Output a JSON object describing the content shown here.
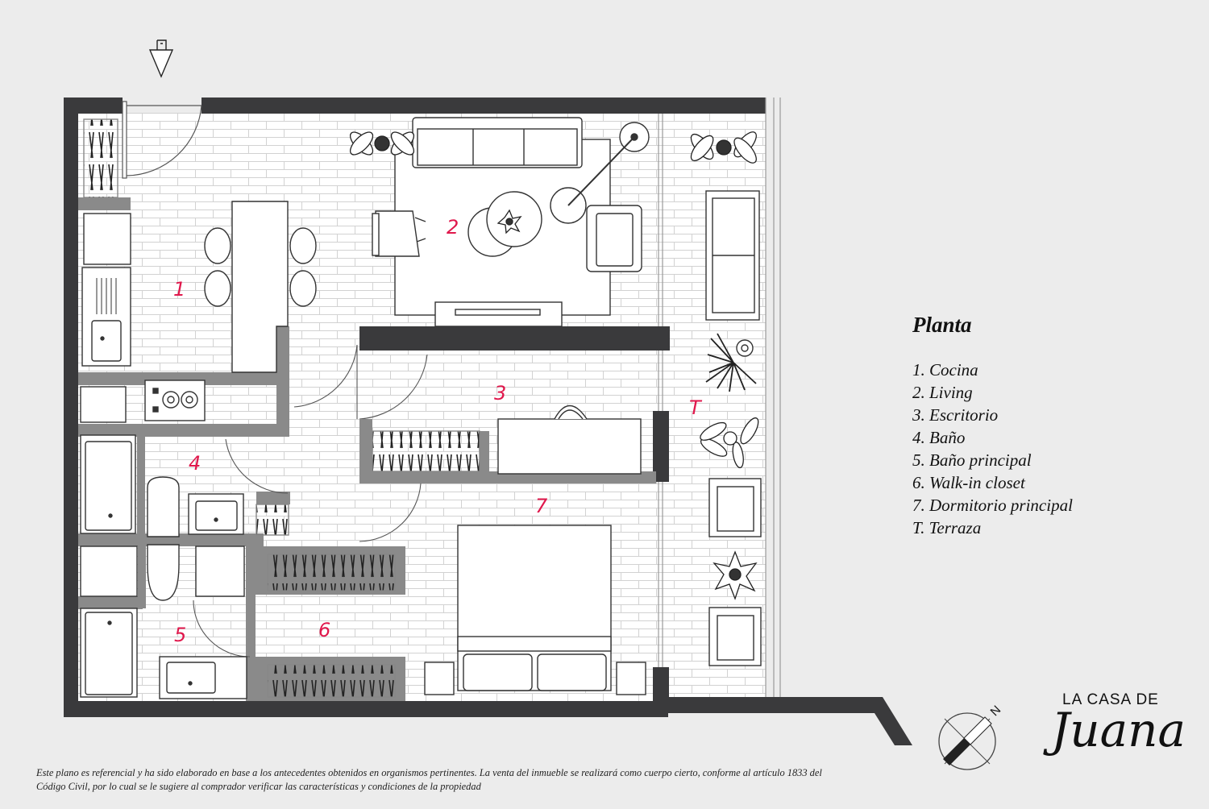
{
  "legend": {
    "title": "Planta",
    "items": [
      "1.  Cocina",
      "2.  Living",
      "3.  Escritorio",
      "4.  Baño",
      "5.  Baño principal",
      "6.  Walk-in closet",
      "7.  Dormitorio principal",
      "T. Terraza"
    ]
  },
  "rooms": {
    "cocina": "1",
    "living": "2",
    "escritorio": "3",
    "bano": "4",
    "bano_principal": "5",
    "walk_in_closet": "6",
    "dormitorio": "7",
    "terraza": "T"
  },
  "compass": {
    "label": "N"
  },
  "brand": {
    "line1": "LA CASA DE",
    "line2": "Juana"
  },
  "disclaimer": "Este plano es referencial y ha sido elaborado en base a los antecedentes obtenidos en organismos pertinentes.  La venta del inmueble se realizará como cuerpo cierto, conforme al artículo 1833 del Código Civil, por lo cual se le sugiere al comprador verificar las características y condiciones de la propiedad",
  "colors": {
    "wall": "#3a3a3c",
    "counter": "#8a8a8a",
    "accent": "#e0184c",
    "background": "#ececec"
  }
}
